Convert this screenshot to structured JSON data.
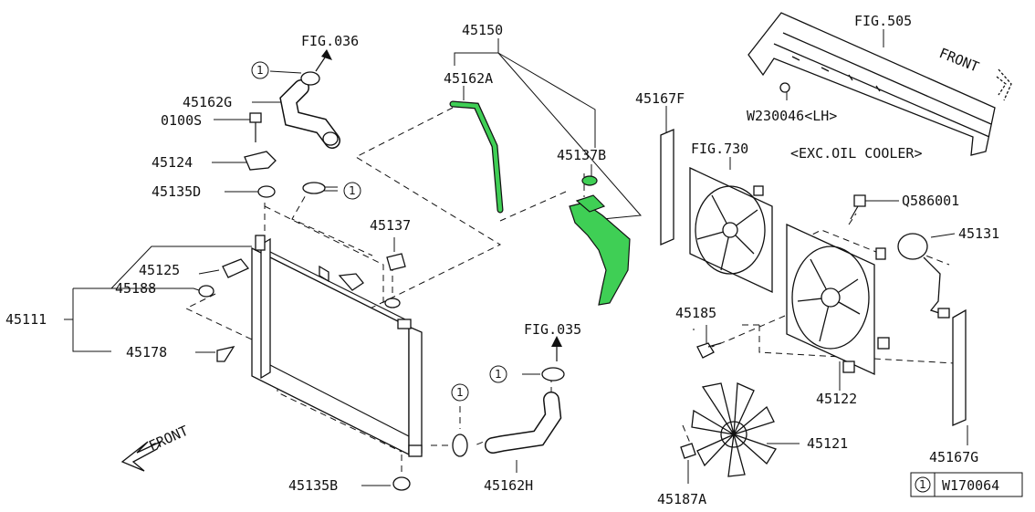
{
  "colors": {
    "highlight": "#3fcf55",
    "line": "#111111",
    "background": "#ffffff"
  },
  "callout_symbol": "1",
  "parts": {
    "p45150": "45150",
    "p45162A": "45162A",
    "fig036": "FIG.036",
    "p45162G": "45162G",
    "p0100S": "0100S",
    "p45124": "45124",
    "p45135D": "45135D",
    "p45137": "45137",
    "p45137B": "45137B",
    "p45167F": "45167F",
    "fig730": "FIG.730",
    "fig505": "FIG.505",
    "front_top": "FRONT",
    "w230046": "W230046<LH>",
    "exc_oil": "<EXC.OIL COOLER>",
    "q586001": "Q586001",
    "p45131": "45131",
    "p45125": "45125",
    "p45188": "45188",
    "p45111": "45111",
    "p45178": "45178",
    "p45185": "45185",
    "fig035": "FIG.035",
    "p45122": "45122",
    "front_bottom": "FRONT",
    "p45121": "45121",
    "p45135B": "45135B",
    "p45162H": "45162H",
    "p45187A": "45187A",
    "p45167G": "45167G",
    "legend_code": "W170064"
  }
}
